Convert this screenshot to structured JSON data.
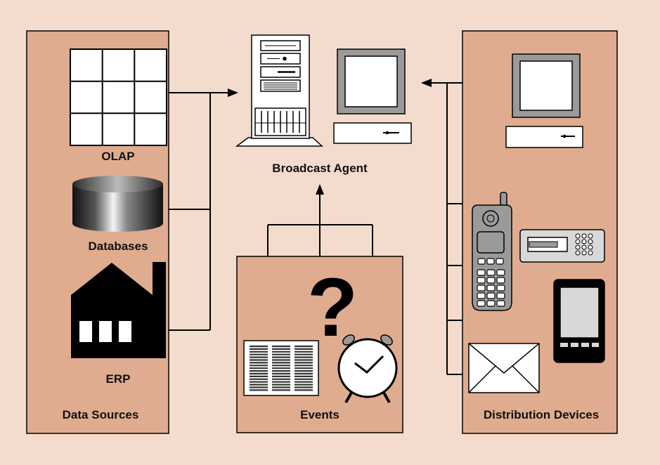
{
  "colors": {
    "background": "#f3dccd",
    "panel": "#e0ac8f",
    "outline": "#000000",
    "device_gray": "#9a9a9a"
  },
  "data_sources": {
    "title": "Data Sources",
    "olap_label": "OLAP",
    "databases_label": "Databases",
    "erp_label": "ERP"
  },
  "center": {
    "broadcast_agent_label": "Broadcast Agent"
  },
  "events": {
    "title": "Events",
    "question_mark": "?"
  },
  "distribution_devices": {
    "title": "Distribution Devices"
  }
}
